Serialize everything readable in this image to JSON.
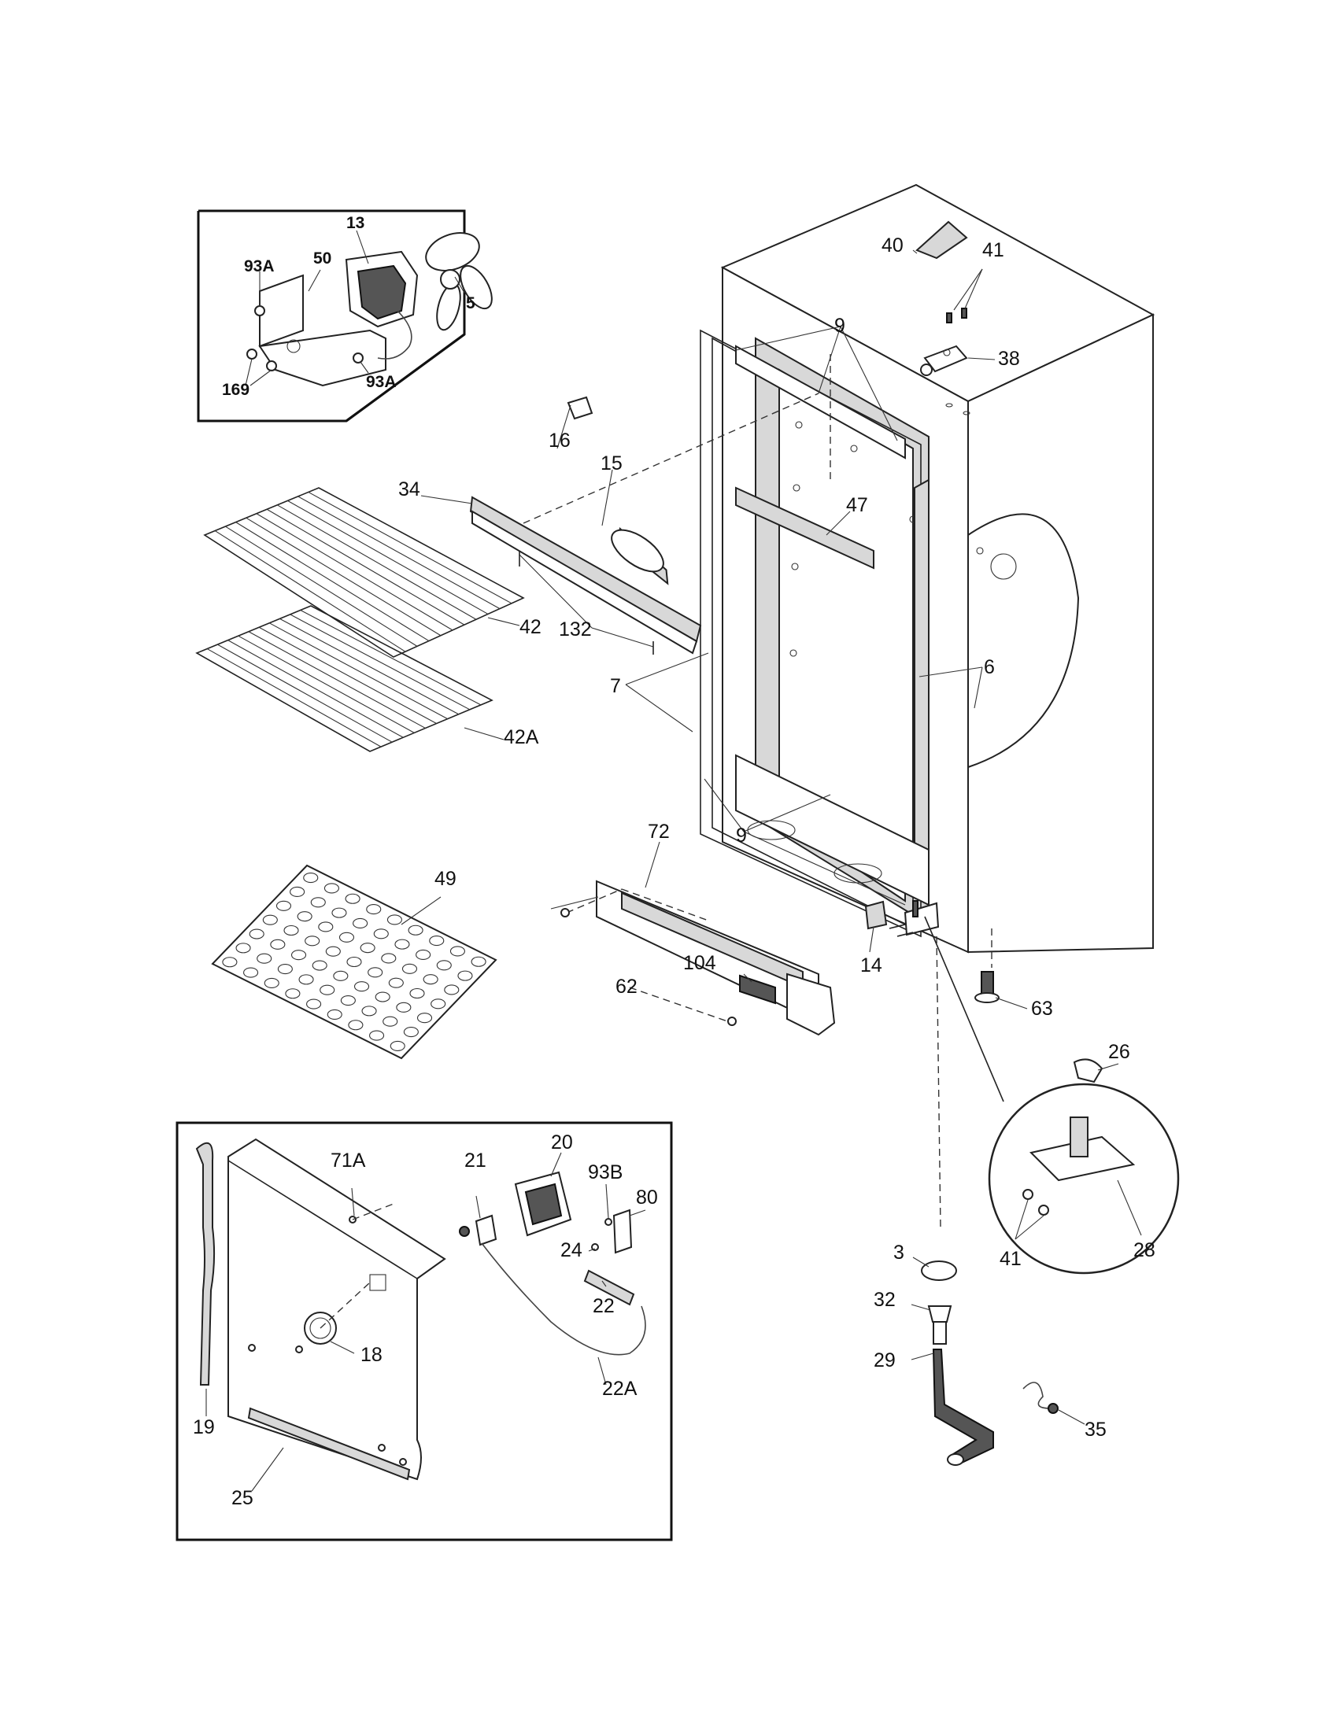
{
  "diagram": {
    "labels": {
      "l13": "13",
      "l93A_a": "93A",
      "l50": "50",
      "l5": "5",
      "l169": "169",
      "l93A_b": "93A",
      "l40": "40",
      "l41_top": "41",
      "l38": "38",
      "l9_top": "9",
      "l16": "16",
      "l15": "15",
      "l34": "34",
      "l47": "47",
      "l42": "42",
      "l132": "132",
      "l7": "7",
      "l6": "6",
      "l42A": "42A",
      "l72": "72",
      "l9_bot": "9",
      "l49": "49",
      "l14": "14",
      "l104": "104",
      "l62": "62",
      "l63": "63",
      "l26": "26",
      "l71A": "71A",
      "l21": "21",
      "l20": "20",
      "l93B": "93B",
      "l80": "80",
      "l24": "24",
      "l22": "22",
      "l18": "18",
      "l22A": "22A",
      "l19": "19",
      "l25": "25",
      "l41_inset": "41",
      "l28": "28",
      "l3": "3",
      "l32": "32",
      "l29": "29",
      "l35": "35"
    }
  }
}
